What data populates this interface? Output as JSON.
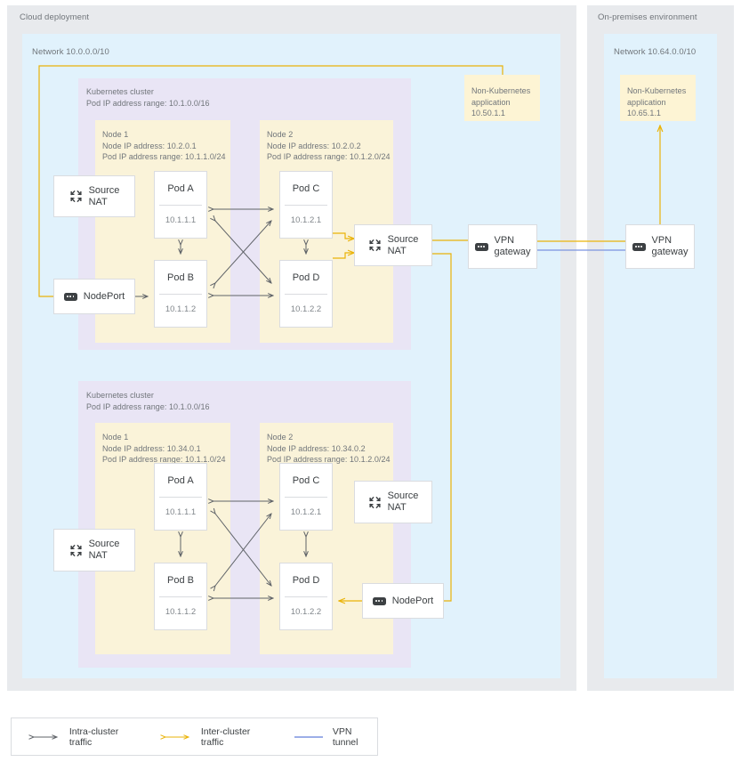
{
  "zones": {
    "cloud": {
      "label": "Cloud deployment"
    },
    "onprem": {
      "label": "On-premises environment"
    }
  },
  "networks": {
    "cloud": {
      "label": "Network 10.0.0.0/10"
    },
    "onprem": {
      "label": "Network 10.64.0.0/10"
    }
  },
  "clusters": [
    {
      "title": "Kubernetes cluster",
      "pod_range": "Pod IP address range: 10.1.0.0/16",
      "nodes": [
        {
          "name": "Node 1",
          "node_ip": "Node IP address: 10.2.0.1",
          "pod_range": "Pod IP address range: 10.1.1.0/24",
          "pods": [
            {
              "name": "Pod A",
              "ip": "10.1.1.1"
            },
            {
              "name": "Pod B",
              "ip": "10.1.1.2"
            }
          ]
        },
        {
          "name": "Node 2",
          "node_ip": "Node IP address: 10.2.0.2",
          "pod_range": "Pod IP address range: 10.1.2.0/24",
          "pods": [
            {
              "name": "Pod C",
              "ip": "10.1.2.1"
            },
            {
              "name": "Pod D",
              "ip": "10.1.2.2"
            }
          ]
        }
      ]
    },
    {
      "title": "Kubernetes cluster",
      "pod_range": "Pod IP address range: 10.1.0.0/16",
      "nodes": [
        {
          "name": "Node 1",
          "node_ip": "Node IP address: 10.34.0.1",
          "pod_range": "Pod IP address range: 10.1.1.0/24",
          "pods": [
            {
              "name": "Pod A",
              "ip": "10.1.1.1"
            },
            {
              "name": "Pod B",
              "ip": "10.1.1.2"
            }
          ]
        },
        {
          "name": "Node 2",
          "node_ip": "Node IP address: 10.34.0.2",
          "pod_range": "Pod IP address range: 10.1.2.0/24",
          "pods": [
            {
              "name": "Pod C",
              "ip": "10.1.2.1"
            },
            {
              "name": "Pod D",
              "ip": "10.1.2.2"
            }
          ]
        }
      ]
    }
  ],
  "chips": {
    "source_nat": {
      "line1": "Source",
      "line2": "NAT",
      "icon": "source-nat-icon"
    },
    "nodeport": {
      "label": "NodePort",
      "icon": "server-icon"
    },
    "vpn_gateway": {
      "line1": "VPN",
      "line2": "gateway",
      "icon": "server-icon"
    }
  },
  "apps": {
    "cloud_app": {
      "line1": "Non-Kubernetes",
      "line2": "application",
      "line3": "10.50.1.1"
    },
    "onprem_app": {
      "line1": "Non-Kubernetes",
      "line2": "application",
      "line3": "10.65.1.1"
    }
  },
  "legend": {
    "items": [
      {
        "label": "Intra-cluster traffic",
        "color": "#5f6368",
        "kind": "double-arrow"
      },
      {
        "label": "Inter-cluster traffic",
        "color": "#eab308",
        "kind": "double-arrow"
      },
      {
        "label": "VPN tunnel",
        "color": "#7b93e0",
        "kind": "line"
      }
    ]
  },
  "colors": {
    "panel": "#e8eaed",
    "network": "#e1f2fc",
    "cluster": "#e9e5f5",
    "node": "#faf3d9",
    "app": "#fdf4d4",
    "arrow_intra": "#5f6368",
    "arrow_inter": "#eab308",
    "vpn_tunnel": "#7b93e0"
  }
}
